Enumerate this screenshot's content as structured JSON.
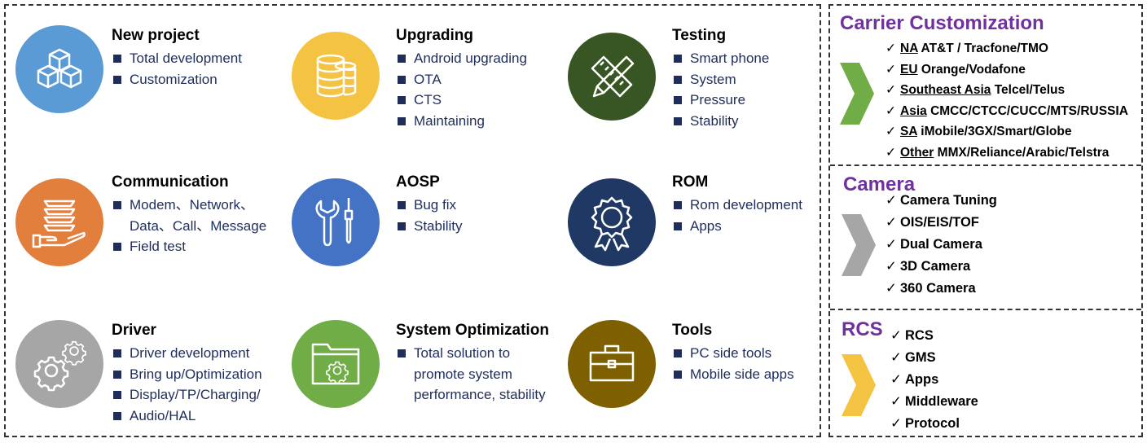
{
  "services": [
    {
      "title": "New project",
      "color": "#5b9bd5",
      "icon": "cubes-icon",
      "items": [
        [
          "Total development"
        ],
        [
          "Customization"
        ]
      ]
    },
    {
      "title": "Upgrading",
      "color": "#f5c342",
      "icon": "database-icon",
      "items": [
        [
          "Android upgrading"
        ],
        [
          "OTA"
        ],
        [
          "CTS"
        ],
        [
          "Maintaining"
        ]
      ]
    },
    {
      "title": "Testing",
      "color": "#375623",
      "icon": "pencil-ruler-icon",
      "items": [
        [
          "Smart phone"
        ],
        [
          "System"
        ],
        [
          "Pressure"
        ],
        [
          "Stability"
        ]
      ]
    },
    {
      "title": "Communication",
      "color": "#e37f3d",
      "icon": "layers-hand-icon",
      "items": [
        [
          "Modem、Network、",
          "Data、Call、Message"
        ],
        [
          "Field test"
        ]
      ]
    },
    {
      "title": "AOSP",
      "color": "#4472c4",
      "icon": "wrench-screwdriver-icon",
      "items": [
        [
          "Bug fix"
        ],
        [
          "Stability"
        ]
      ]
    },
    {
      "title": "ROM",
      "color": "#203864",
      "icon": "award-ribbon-icon",
      "items": [
        [
          "Rom development"
        ],
        [
          "Apps"
        ]
      ]
    },
    {
      "title": "Driver",
      "color": "#a6a6a6",
      "icon": "gears-icon",
      "items": [
        [
          "Driver development"
        ],
        [
          "Bring up/Optimization"
        ],
        [
          "Display/TP/Charging/"
        ],
        [
          "Audio/HAL"
        ]
      ]
    },
    {
      "title": "System Optimization",
      "color": "#70ad47",
      "icon": "folder-gear-icon",
      "items": [
        [
          "Total solution to",
          "promote system",
          "performance, stability"
        ]
      ]
    },
    {
      "title": "Tools",
      "color": "#7f6000",
      "icon": "toolbox-icon",
      "items": [
        [
          "PC side tools"
        ],
        [
          "Mobile side apps"
        ]
      ]
    }
  ],
  "carrier": {
    "title": "Carrier Customization",
    "chevron_color": "#70ad47",
    "items": [
      {
        "region": "NA",
        "text": "AT&T / Tracfone/TMO"
      },
      {
        "region": "EU",
        "text": "Orange/Vodafone"
      },
      {
        "region": "Southeast Asia",
        "text": "Telcel/Telus"
      },
      {
        "region": "Asia",
        "text": "CMCC/CTCC/CUCC/MTS/RUSSIA"
      },
      {
        "region": "SA",
        "text": "iMobile/3GX/Smart/Globe"
      },
      {
        "region": "Other",
        "text": "MMX/Reliance/Arabic/Telstra"
      }
    ]
  },
  "camera": {
    "title": "Camera",
    "chevron_color": "#a6a6a6",
    "items": [
      "Camera Tuning",
      "OIS/EIS/TOF",
      "Dual Camera",
      "3D Camera",
      "360 Camera"
    ]
  },
  "rcs": {
    "title": "RCS",
    "chevron_color": "#f5c342",
    "items": [
      "RCS",
      "GMS",
      "Apps",
      "Middleware",
      "Protocol"
    ]
  },
  "check": "✓"
}
